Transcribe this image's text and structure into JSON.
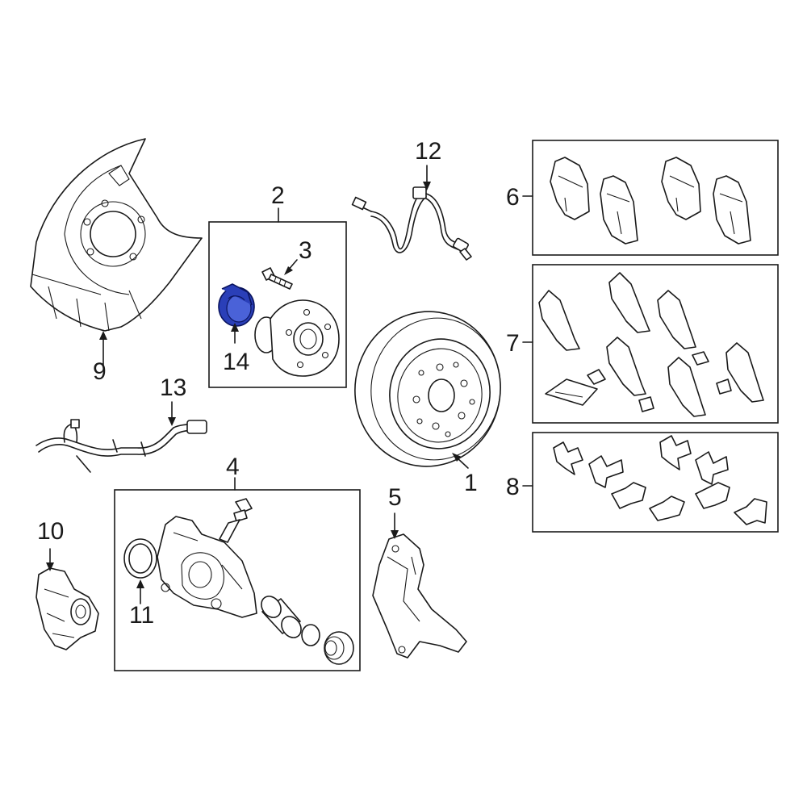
{
  "callouts": {
    "c1": "1",
    "c2": "2",
    "c3": "3",
    "c4": "4",
    "c5": "5",
    "c6": "6",
    "c7": "7",
    "c8": "8",
    "c9": "9",
    "c10": "10",
    "c11": "11",
    "c12": "12",
    "c13": "13",
    "c14": "14"
  },
  "highlight": {
    "part": "14",
    "color": "#2a3fb8"
  },
  "icons": {
    "highlighted_part": "wheel-hub-seal-icon"
  }
}
